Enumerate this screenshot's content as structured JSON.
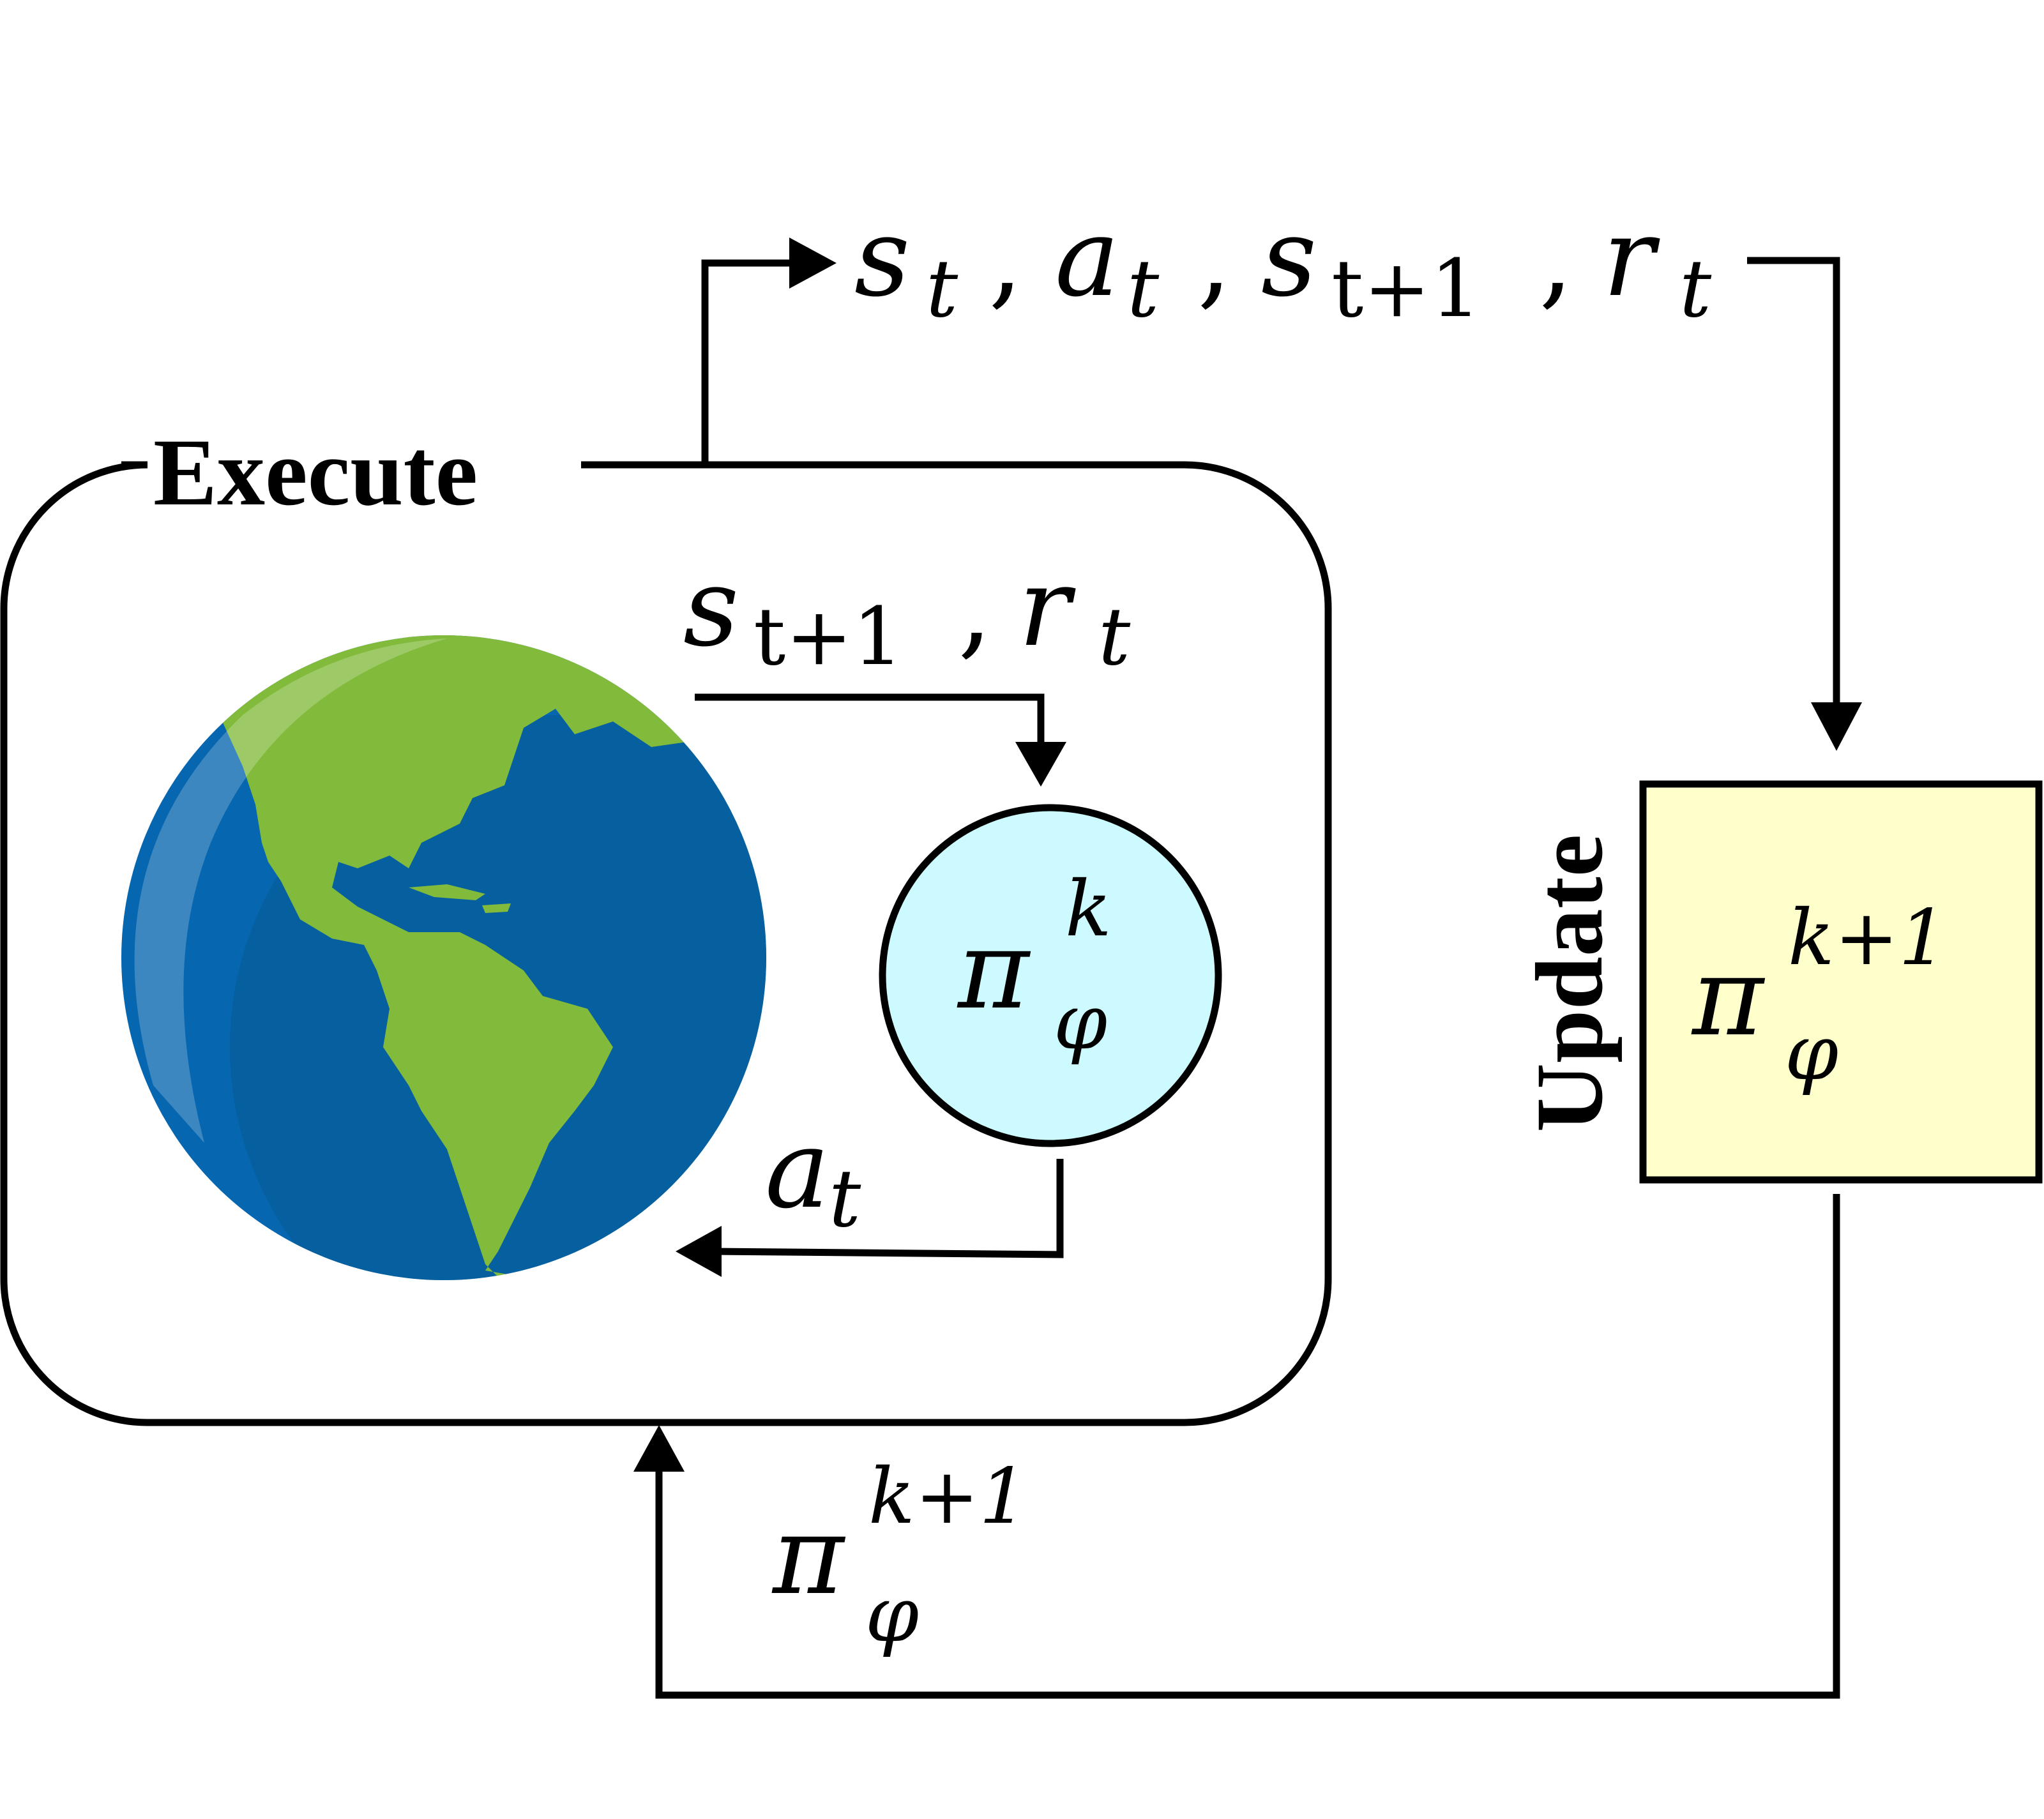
{
  "execute_label": "Execute",
  "update_label": "Update",
  "transition_tuple": {
    "s": "s",
    "s_sub": "t",
    "a": "a",
    "a_sub": "t",
    "s_next": "s",
    "s_next_sub": "t+1",
    "r": "r",
    "r_sub": "t",
    "separator": ","
  },
  "env_feedback": {
    "s": "s",
    "s_sub": "t+1",
    "r": "r",
    "r_sub": "t",
    "separator": ","
  },
  "action_label": {
    "a": "a",
    "a_sub": "t"
  },
  "current_policy": {
    "symbol": "π",
    "superscript": "k",
    "subscript": "φ"
  },
  "updated_policy": {
    "symbol": "π",
    "superscript": "k+1",
    "subscript": "φ"
  },
  "returned_policy": {
    "symbol": "π",
    "superscript": "k+1",
    "subscript": "φ"
  },
  "colors": {
    "policy_circle_fill": "#ccfaff",
    "update_box_fill": "#ffffcc",
    "ocean": "#0766b0",
    "ocean_shadow": "#05598f",
    "land": "#82bb3c"
  },
  "icons": {
    "environment": "earth-globe-icon"
  }
}
